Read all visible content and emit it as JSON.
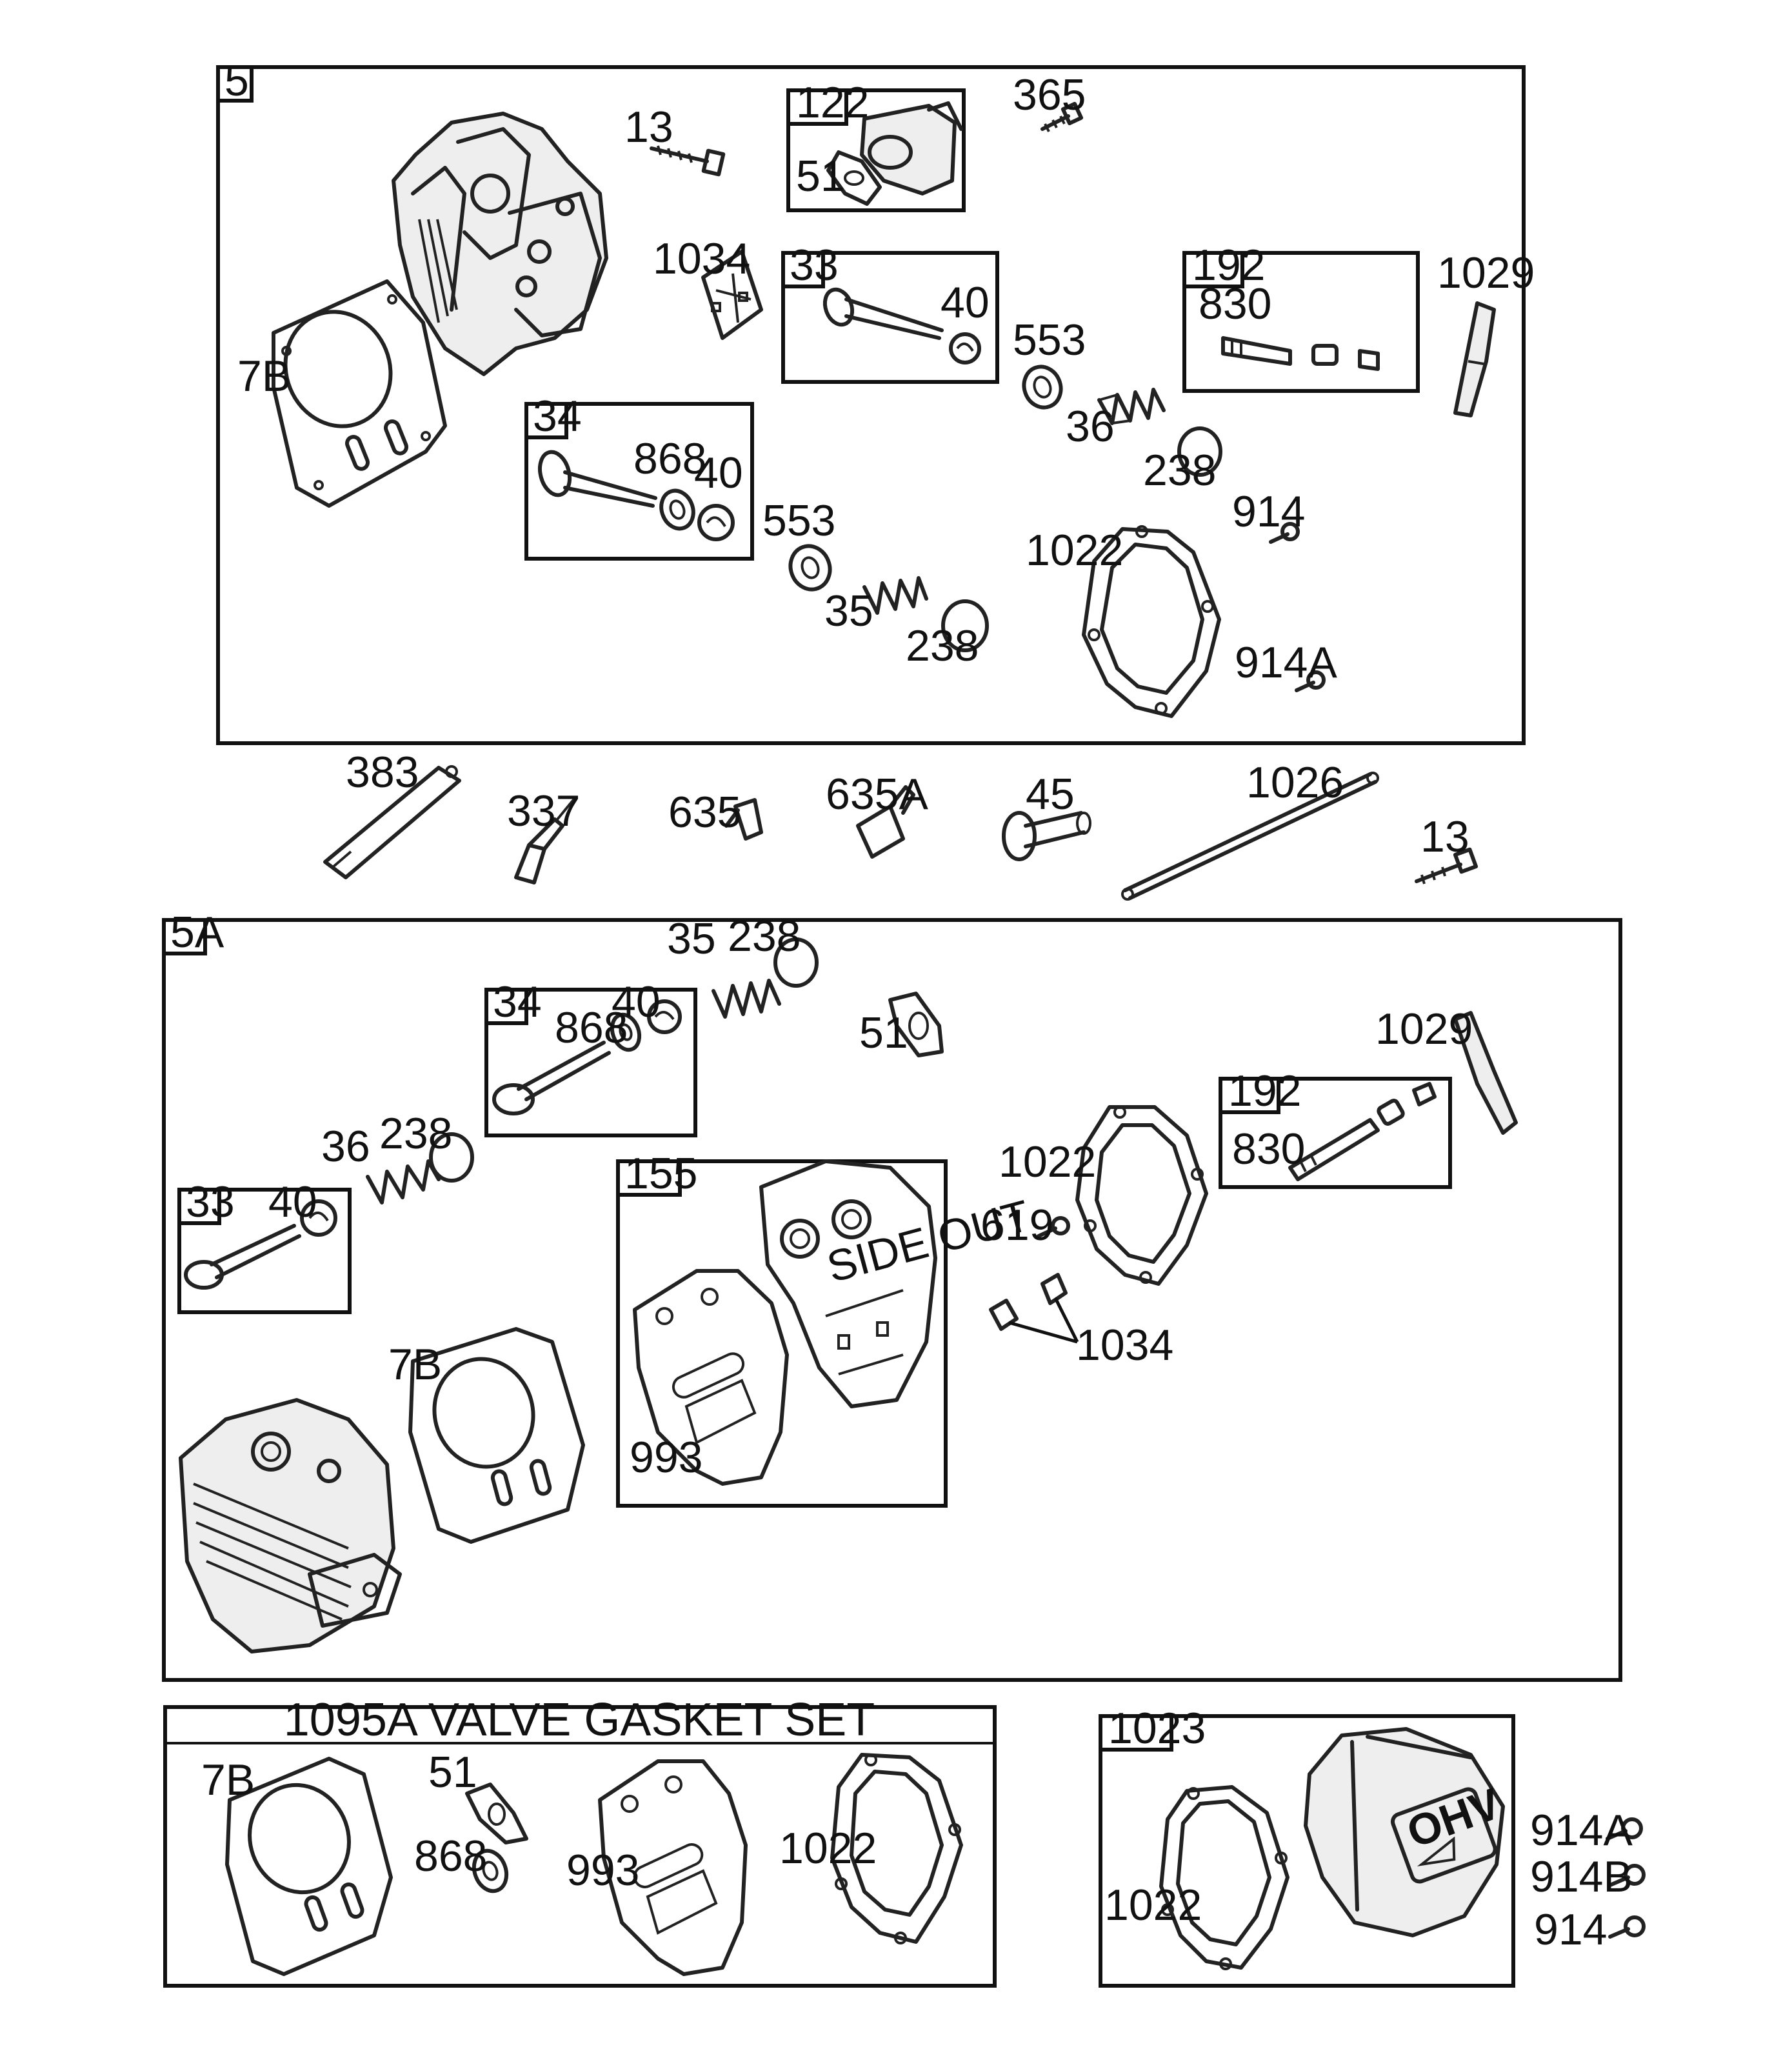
{
  "sections": {
    "s5": {
      "tag": "5"
    },
    "s5a": {
      "tag": "5A"
    },
    "gasket_set": {
      "title": "1095A VALVE GASKET SET"
    },
    "s1023": {
      "tag": "1023"
    }
  },
  "subgroups": {
    "g122": "122",
    "g33a": "33",
    "g192a": "192",
    "g34a": "34",
    "g34b": "34",
    "g192b": "192",
    "g33b": "33",
    "g155": "155"
  },
  "callouts": {
    "s5": {
      "c13": "13",
      "c51": "51",
      "c365": "365",
      "c1034": "1034",
      "c40a": "40",
      "c830": "830",
      "c1029": "1029",
      "c7b": "7B",
      "c553a": "553",
      "c36": "36",
      "c238a": "238",
      "c868": "868",
      "c40b": "40",
      "c553b": "553",
      "c914": "914",
      "c1022": "1022",
      "c35": "35",
      "c238b": "238",
      "c914a": "914A"
    },
    "mid": {
      "c383": "383",
      "c337": "337",
      "c635": "635",
      "c635a": "635A",
      "c45": "45",
      "c1026": "1026",
      "c13": "13"
    },
    "s5a": {
      "c35": "35",
      "c238a": "238",
      "c40a": "40",
      "c868": "868",
      "c51": "51",
      "c1029": "1029",
      "c238b": "238",
      "c36": "36",
      "c1022": "1022",
      "c830": "830",
      "c40b": "40",
      "c619": "619",
      "c1034": "1034",
      "c7b": "7B",
      "c993": "993",
      "side_out": "SIDE OUT"
    },
    "gasket_set": {
      "c7b": "7B",
      "c51": "51",
      "c868": "868",
      "c993": "993",
      "c1022": "1022"
    },
    "s1023": {
      "c1022": "1022",
      "c914a": "914A",
      "c914b": "914B",
      "c914": "914",
      "emblem": "OHV"
    }
  }
}
